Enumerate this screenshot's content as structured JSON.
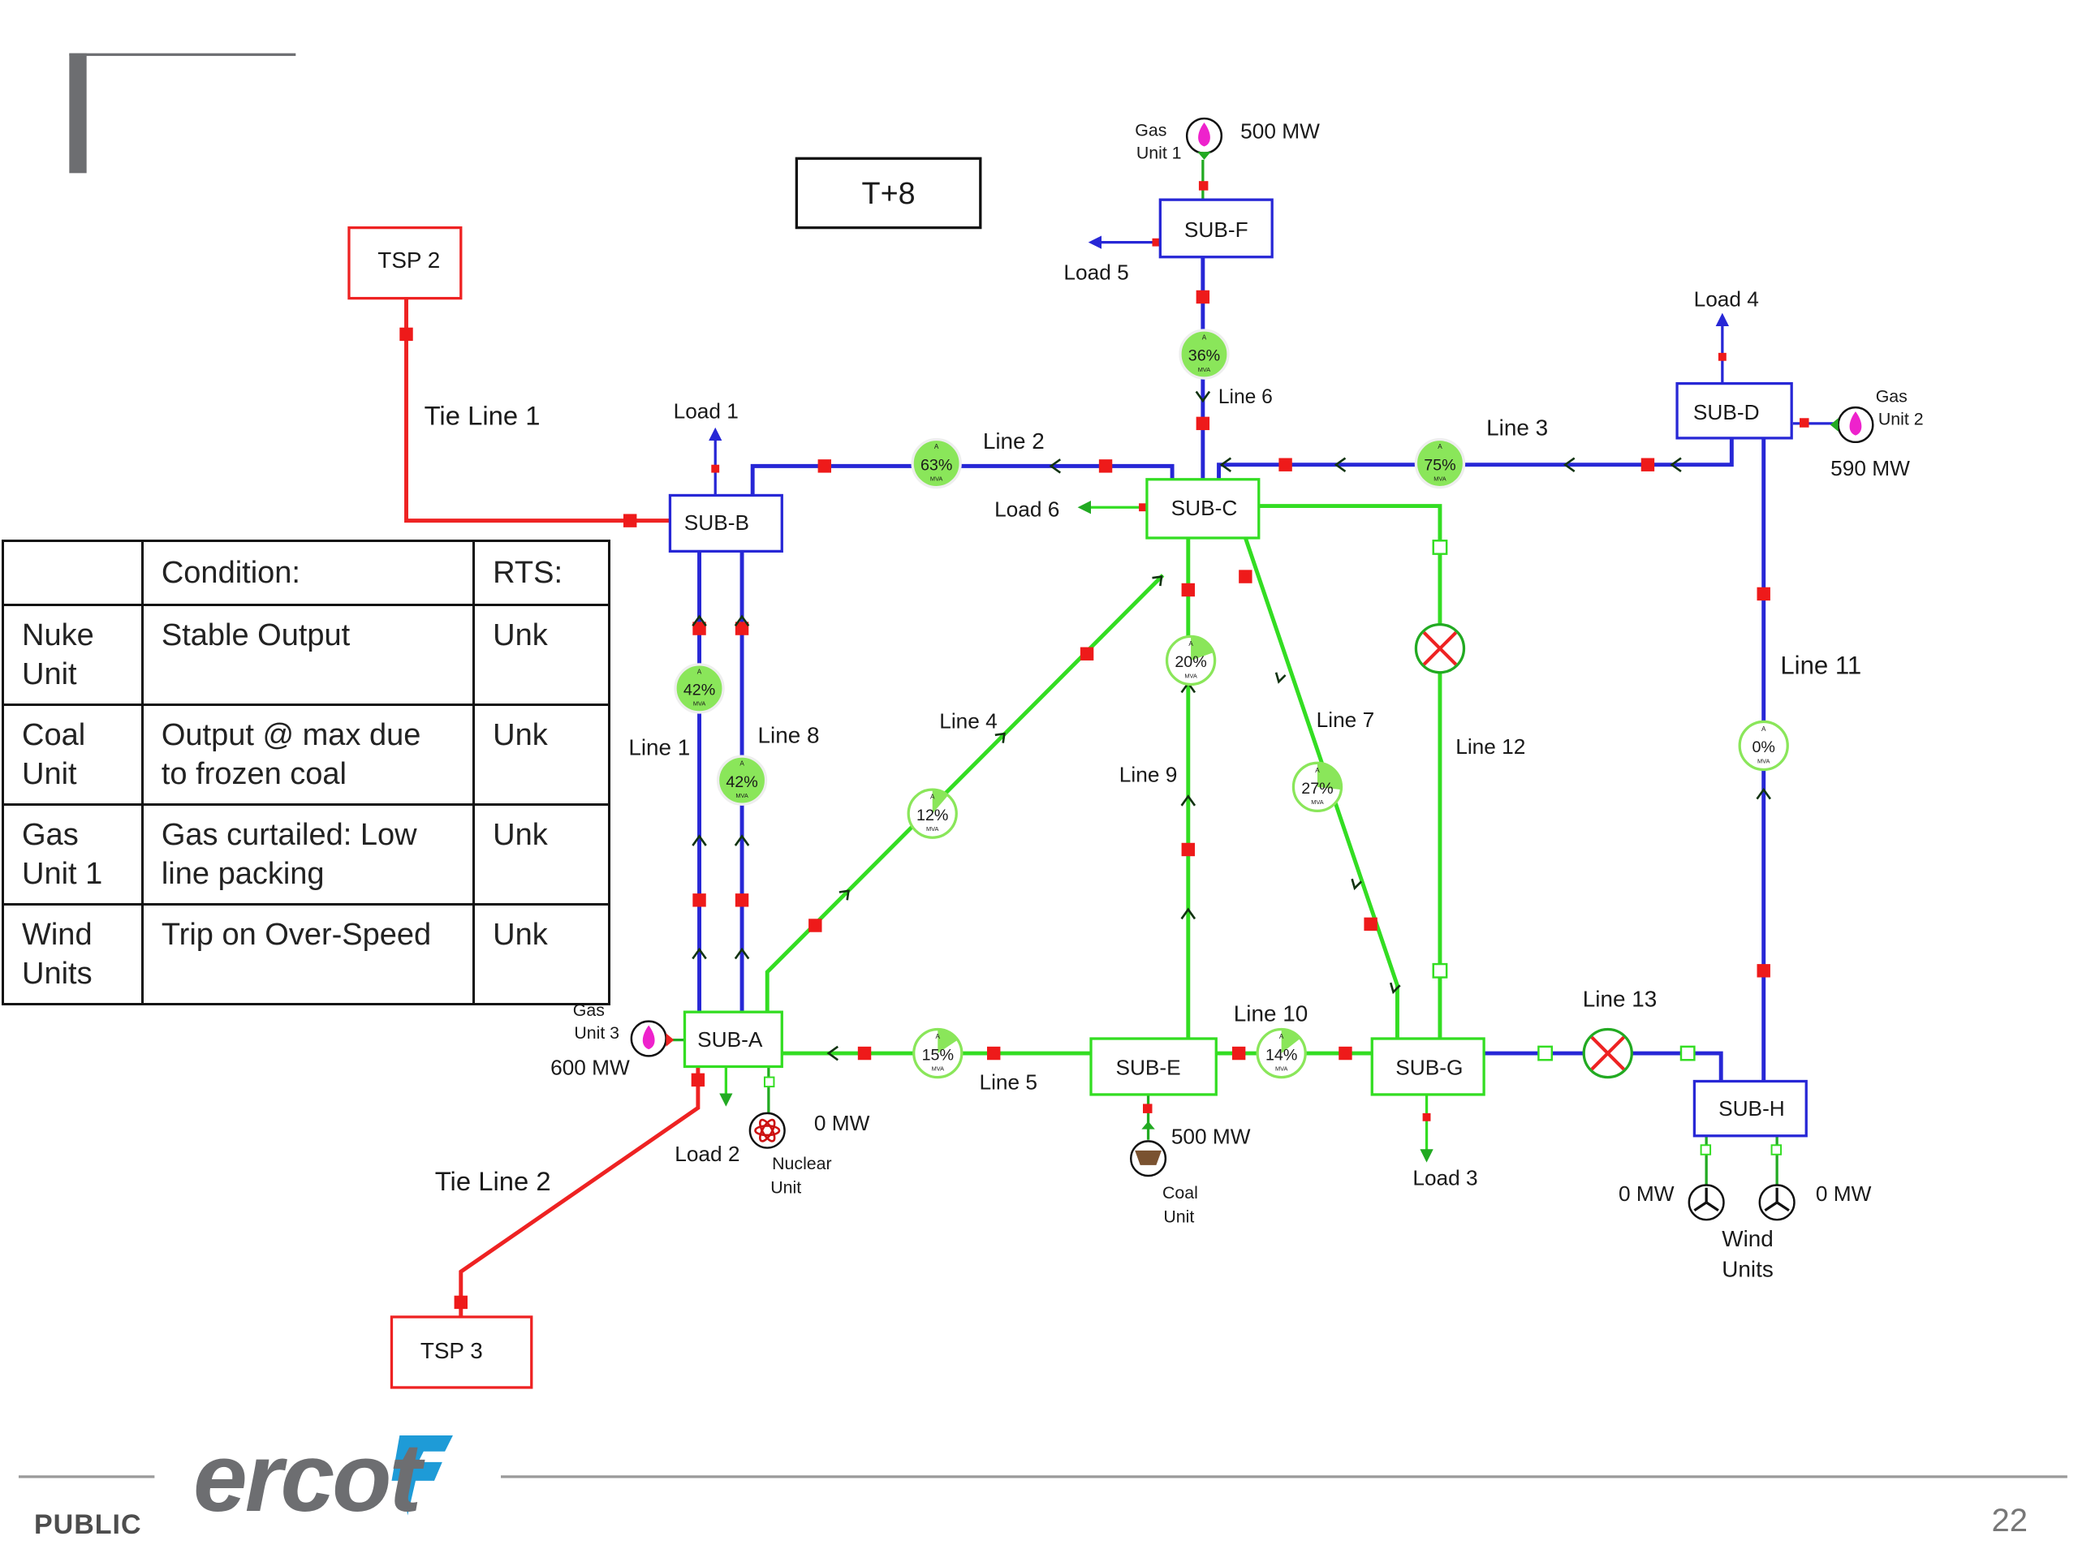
{
  "slide": {
    "time_label": "T+8",
    "classification": "PUBLIC",
    "page_number": "22",
    "logo_text": "ercot"
  },
  "colors": {
    "energized_blue": "#2727d6",
    "energized_green": "#33dd22",
    "tie_red": "#ee2222",
    "breaker_red": "#ee1a1a"
  },
  "substations": {
    "sub_a": "SUB-A",
    "sub_b": "SUB-B",
    "sub_c": "SUB-C",
    "sub_d": "SUB-D",
    "sub_e": "SUB-E",
    "sub_f": "SUB-F",
    "sub_g": "SUB-G",
    "sub_h": "SUB-H"
  },
  "tsp": {
    "tsp2": "TSP 2",
    "tsp3": "TSP 3"
  },
  "lines": {
    "tie1": "Tie Line 1",
    "tie2": "Tie Line 2",
    "l1": "Line 1",
    "l2": "Line 2",
    "l3": "Line 3",
    "l4": "Line 4",
    "l5": "Line 5",
    "l6": "Line 6",
    "l7": "Line 7",
    "l8": "Line 8",
    "l9": "Line 9",
    "l10": "Line 10",
    "l11": "Line 11",
    "l12": "Line 12",
    "l13": "Line 13"
  },
  "loadings": {
    "l1": "42%",
    "l2": "63%",
    "l3": "75%",
    "l4": "12%",
    "l5": "15%",
    "l6": "36%",
    "l7": "27%",
    "l8": "42%",
    "l9": "20%",
    "l10": "14%",
    "l11": "0%",
    "unit": "MVA",
    "arrow": "A"
  },
  "loads": {
    "load1": "Load 1",
    "load2": "Load 2",
    "load3": "Load 3",
    "load4": "Load 4",
    "load5": "Load 5",
    "load6": "Load 6"
  },
  "generators": {
    "gas1": {
      "name1": "Gas",
      "name2": "Unit 1",
      "output": "500 MW"
    },
    "gas2": {
      "name1": "Gas",
      "name2": "Unit 2",
      "output": "590 MW"
    },
    "gas3": {
      "name1": "Gas",
      "name2": "Unit 3",
      "output": "600 MW"
    },
    "nuclear": {
      "name1": "Nuclear",
      "name2": "Unit",
      "output": "0 MW"
    },
    "coal": {
      "name1": "Coal",
      "name2": "Unit",
      "output": "500 MW"
    },
    "wind": {
      "name1": "Wind",
      "name2": "Units",
      "output_left": "0 MW",
      "output_right": "0 MW"
    }
  },
  "table": {
    "headers": [
      "",
      "Condition:",
      "RTS:"
    ],
    "rows": [
      {
        "unit1": "Nuke",
        "unit2": "Unit",
        "cond1": "Stable Output",
        "cond2": "",
        "rts": "Unk"
      },
      {
        "unit1": "Coal",
        "unit2": "Unit",
        "cond1": "Output @ max due",
        "cond2": "to frozen coal",
        "rts": "Unk"
      },
      {
        "unit1": "Gas",
        "unit2": "Unit 1",
        "cond1": "Gas curtailed: Low",
        "cond2": "line packing",
        "rts": "Unk"
      },
      {
        "unit1": "Wind",
        "unit2": "Units",
        "cond1": "Trip on Over-Speed",
        "cond2": "",
        "rts": "Unk"
      }
    ]
  }
}
